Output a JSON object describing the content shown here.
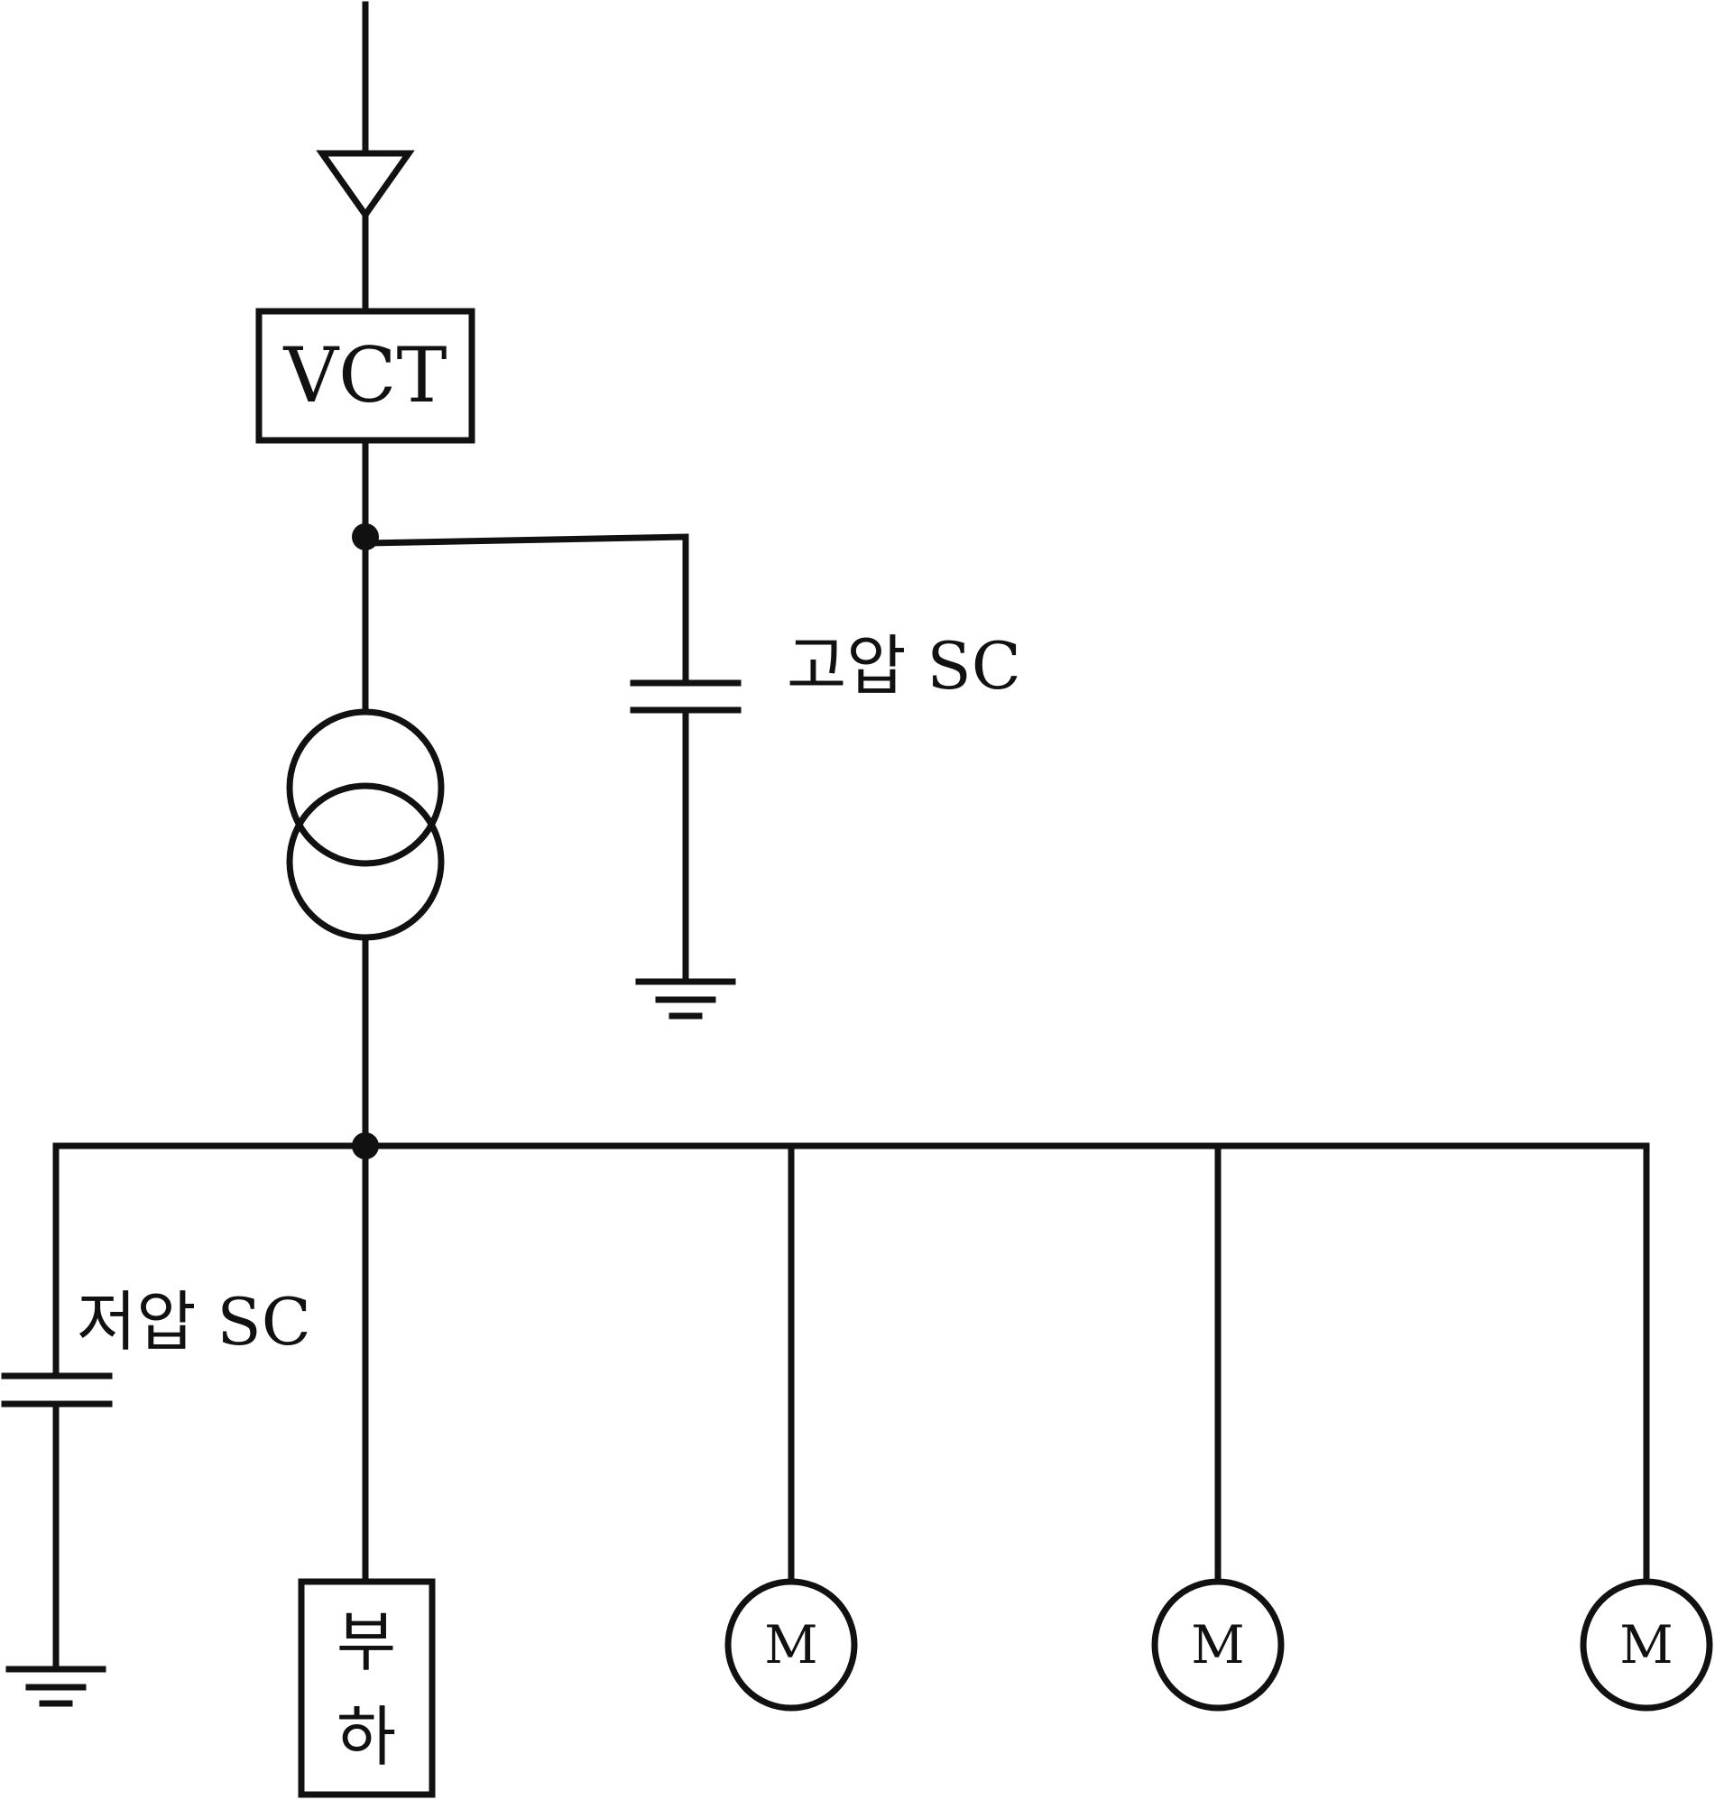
{
  "labels": {
    "meter_box": "VCT",
    "high_voltage_capacitor": "고압 SC",
    "low_voltage_capacitor": "저압 SC",
    "load_line1": "부",
    "load_line2": "하",
    "motor_1": "M",
    "motor_2": "M",
    "motor_3": "M"
  },
  "colors": {
    "line": "#111111",
    "background": "#ffffff"
  }
}
